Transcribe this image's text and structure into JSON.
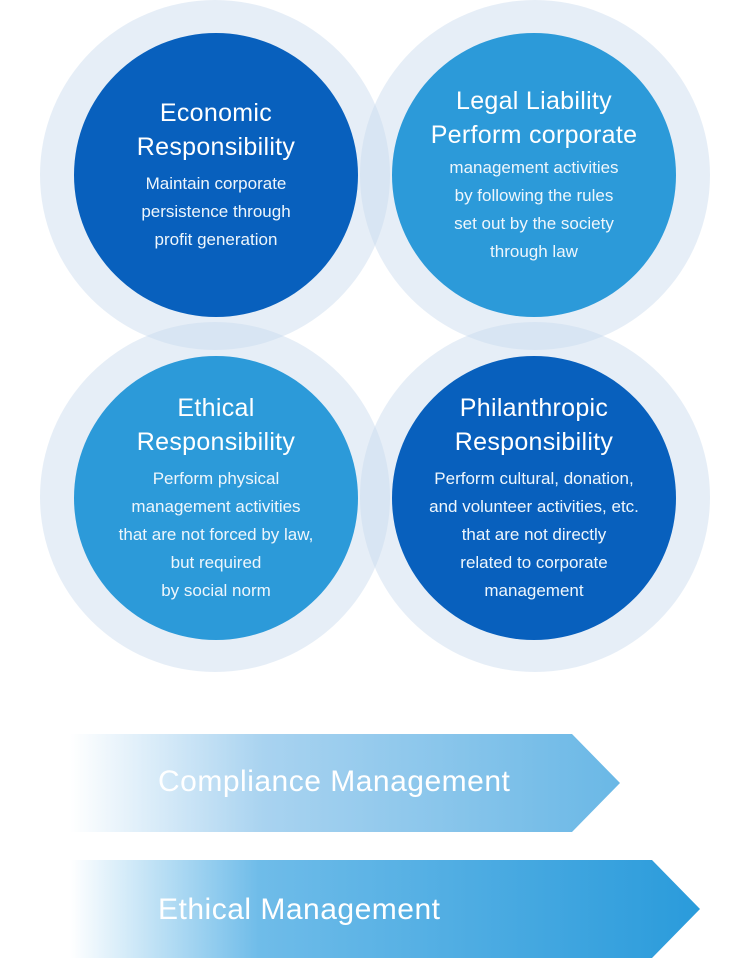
{
  "circles": [
    {
      "title": "Economic\nResponsibility",
      "desc": "Maintain corporate\npersistence through\nprofit generation"
    },
    {
      "title": "Legal Liability\nPerform corporate",
      "desc": "management activities\nby following the rules\nset out by the society\nthrough law"
    },
    {
      "title": "Ethical\nResponsibility",
      "desc": "Perform physical\nmanagement activities\nthat are not forced by law,\nbut required\nby social norm"
    },
    {
      "title": "Philanthropic\nResponsibility",
      "desc": "Perform cultural, donation,\nand volunteer activities, etc.\nthat are not directly\nrelated to corporate\nmanagement"
    }
  ],
  "arrows": [
    {
      "label": "Compliance Management"
    },
    {
      "label": "Ethical Management"
    }
  ],
  "colors": {
    "dark_blue": "#0860bd",
    "light_blue": "#2c9ad9",
    "halo": "#c8daee",
    "arrow_1": "#6ab8e6",
    "arrow_2": "#2a9bdb"
  }
}
